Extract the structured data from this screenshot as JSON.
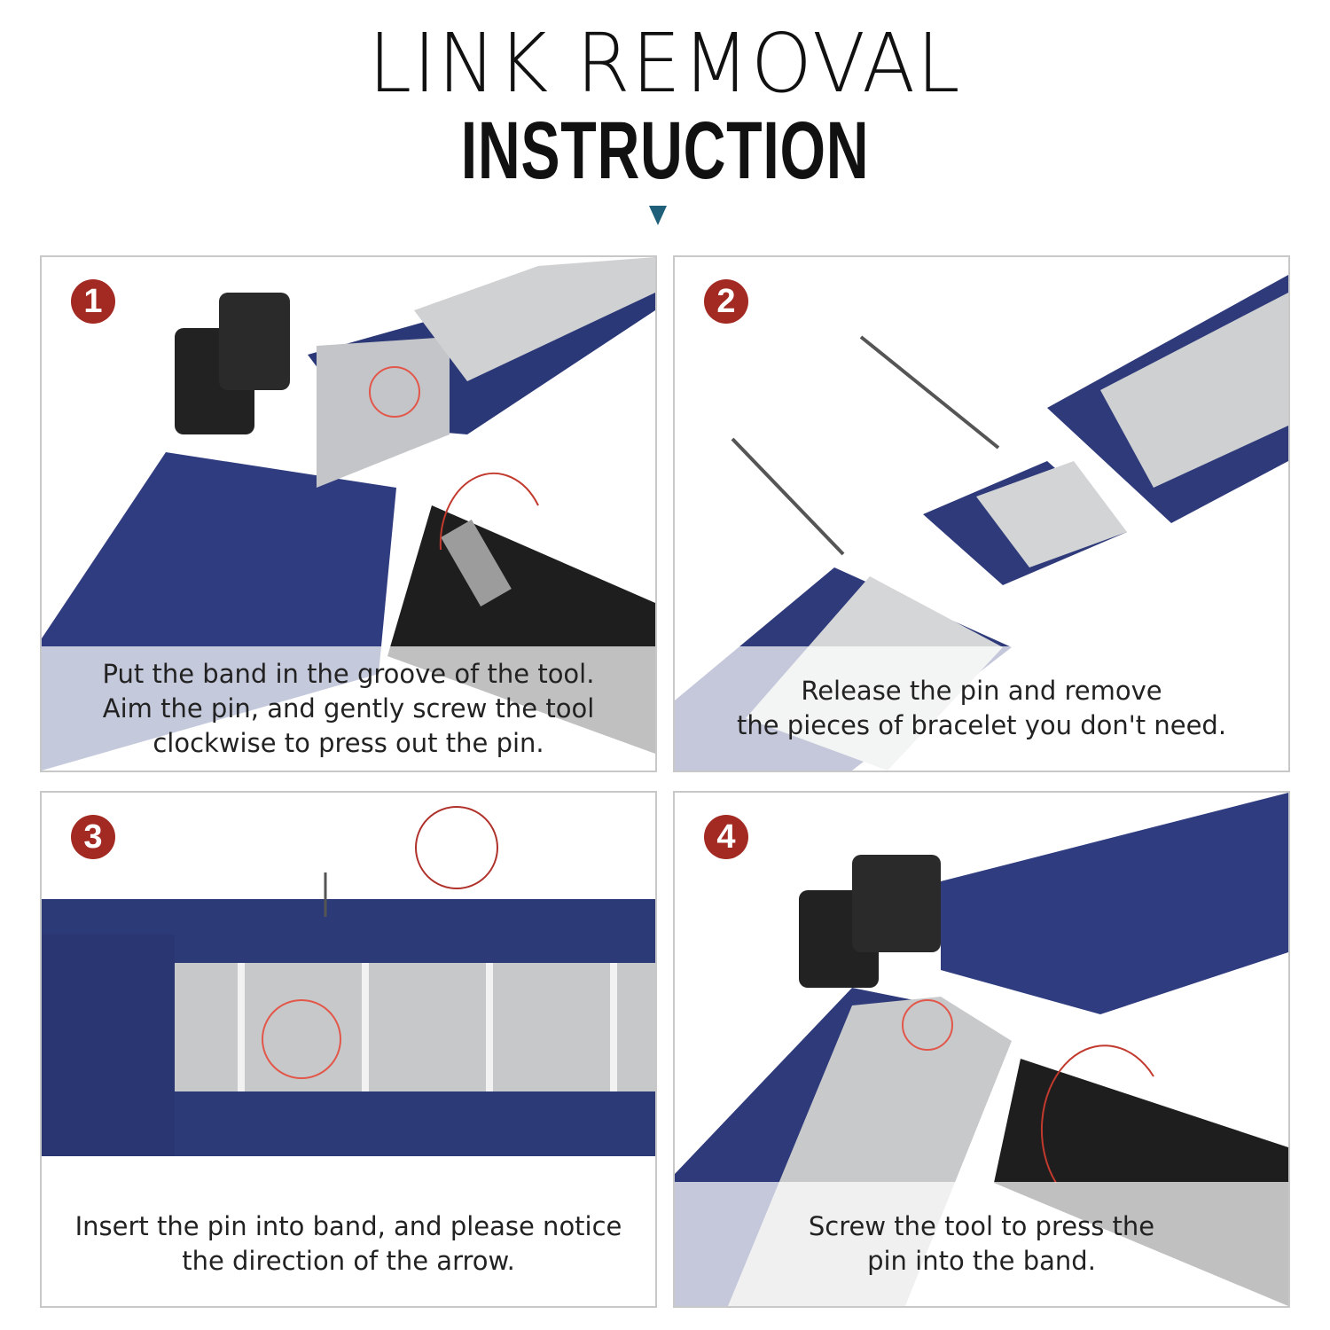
{
  "header": {
    "title_line1": "LINK REMOVAL",
    "title_line2": "INSTRUCTION"
  },
  "colors": {
    "badge": "#a32a22",
    "band_blue": "#2e3a7a",
    "steel": "#c9cacc",
    "tool_black": "#222222",
    "accent_arrow": "#1f5f7a"
  },
  "steps": [
    {
      "number": "1",
      "lines": [
        "Put the band in the groove of the tool.",
        "Aim the pin, and gently screw the tool",
        "clockwise to press out the pin."
      ]
    },
    {
      "number": "2",
      "lines": [
        "Release the pin and remove",
        "the pieces of bracelet you don't need."
      ]
    },
    {
      "number": "3",
      "lines": [
        "Insert the pin into band, and please notice",
        "the direction of the arrow."
      ]
    },
    {
      "number": "4",
      "lines": [
        "Screw the tool to press the",
        "pin into the band."
      ]
    }
  ]
}
